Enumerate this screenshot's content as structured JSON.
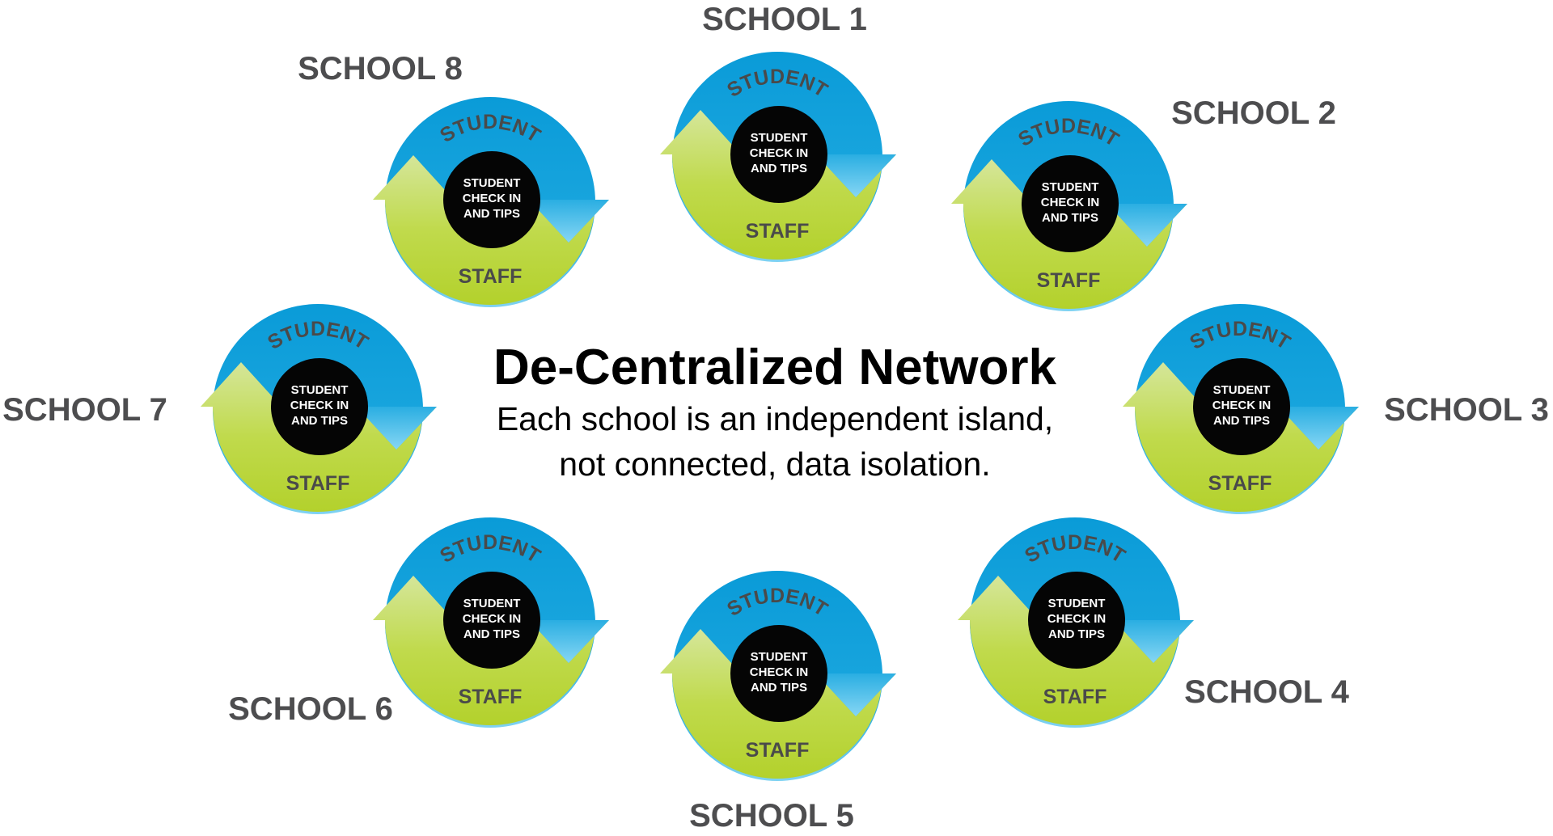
{
  "title": "De-Centralized Network",
  "subtitle_line1": "Each school is an independent island,",
  "subtitle_line2": "not connected, data isolation.",
  "cycle": {
    "top_label": "STUDENT",
    "bottom_label": "STAFF",
    "center_lines": [
      "STUDENT",
      "CHECK IN",
      "AND TIPS"
    ]
  },
  "schools": [
    {
      "label": "SCHOOL 1"
    },
    {
      "label": "SCHOOL 2"
    },
    {
      "label": "SCHOOL 3"
    },
    {
      "label": "SCHOOL 4"
    },
    {
      "label": "SCHOOL 5"
    },
    {
      "label": "SCHOOL 6"
    },
    {
      "label": "SCHOOL 7"
    },
    {
      "label": "SCHOOL 8"
    }
  ],
  "colors": {
    "blue": "#0a9bd8",
    "blue_light": "#74cdf0",
    "green": "#b5d230",
    "green_light": "#d3e48f",
    "label": "#4d4d4f"
  }
}
